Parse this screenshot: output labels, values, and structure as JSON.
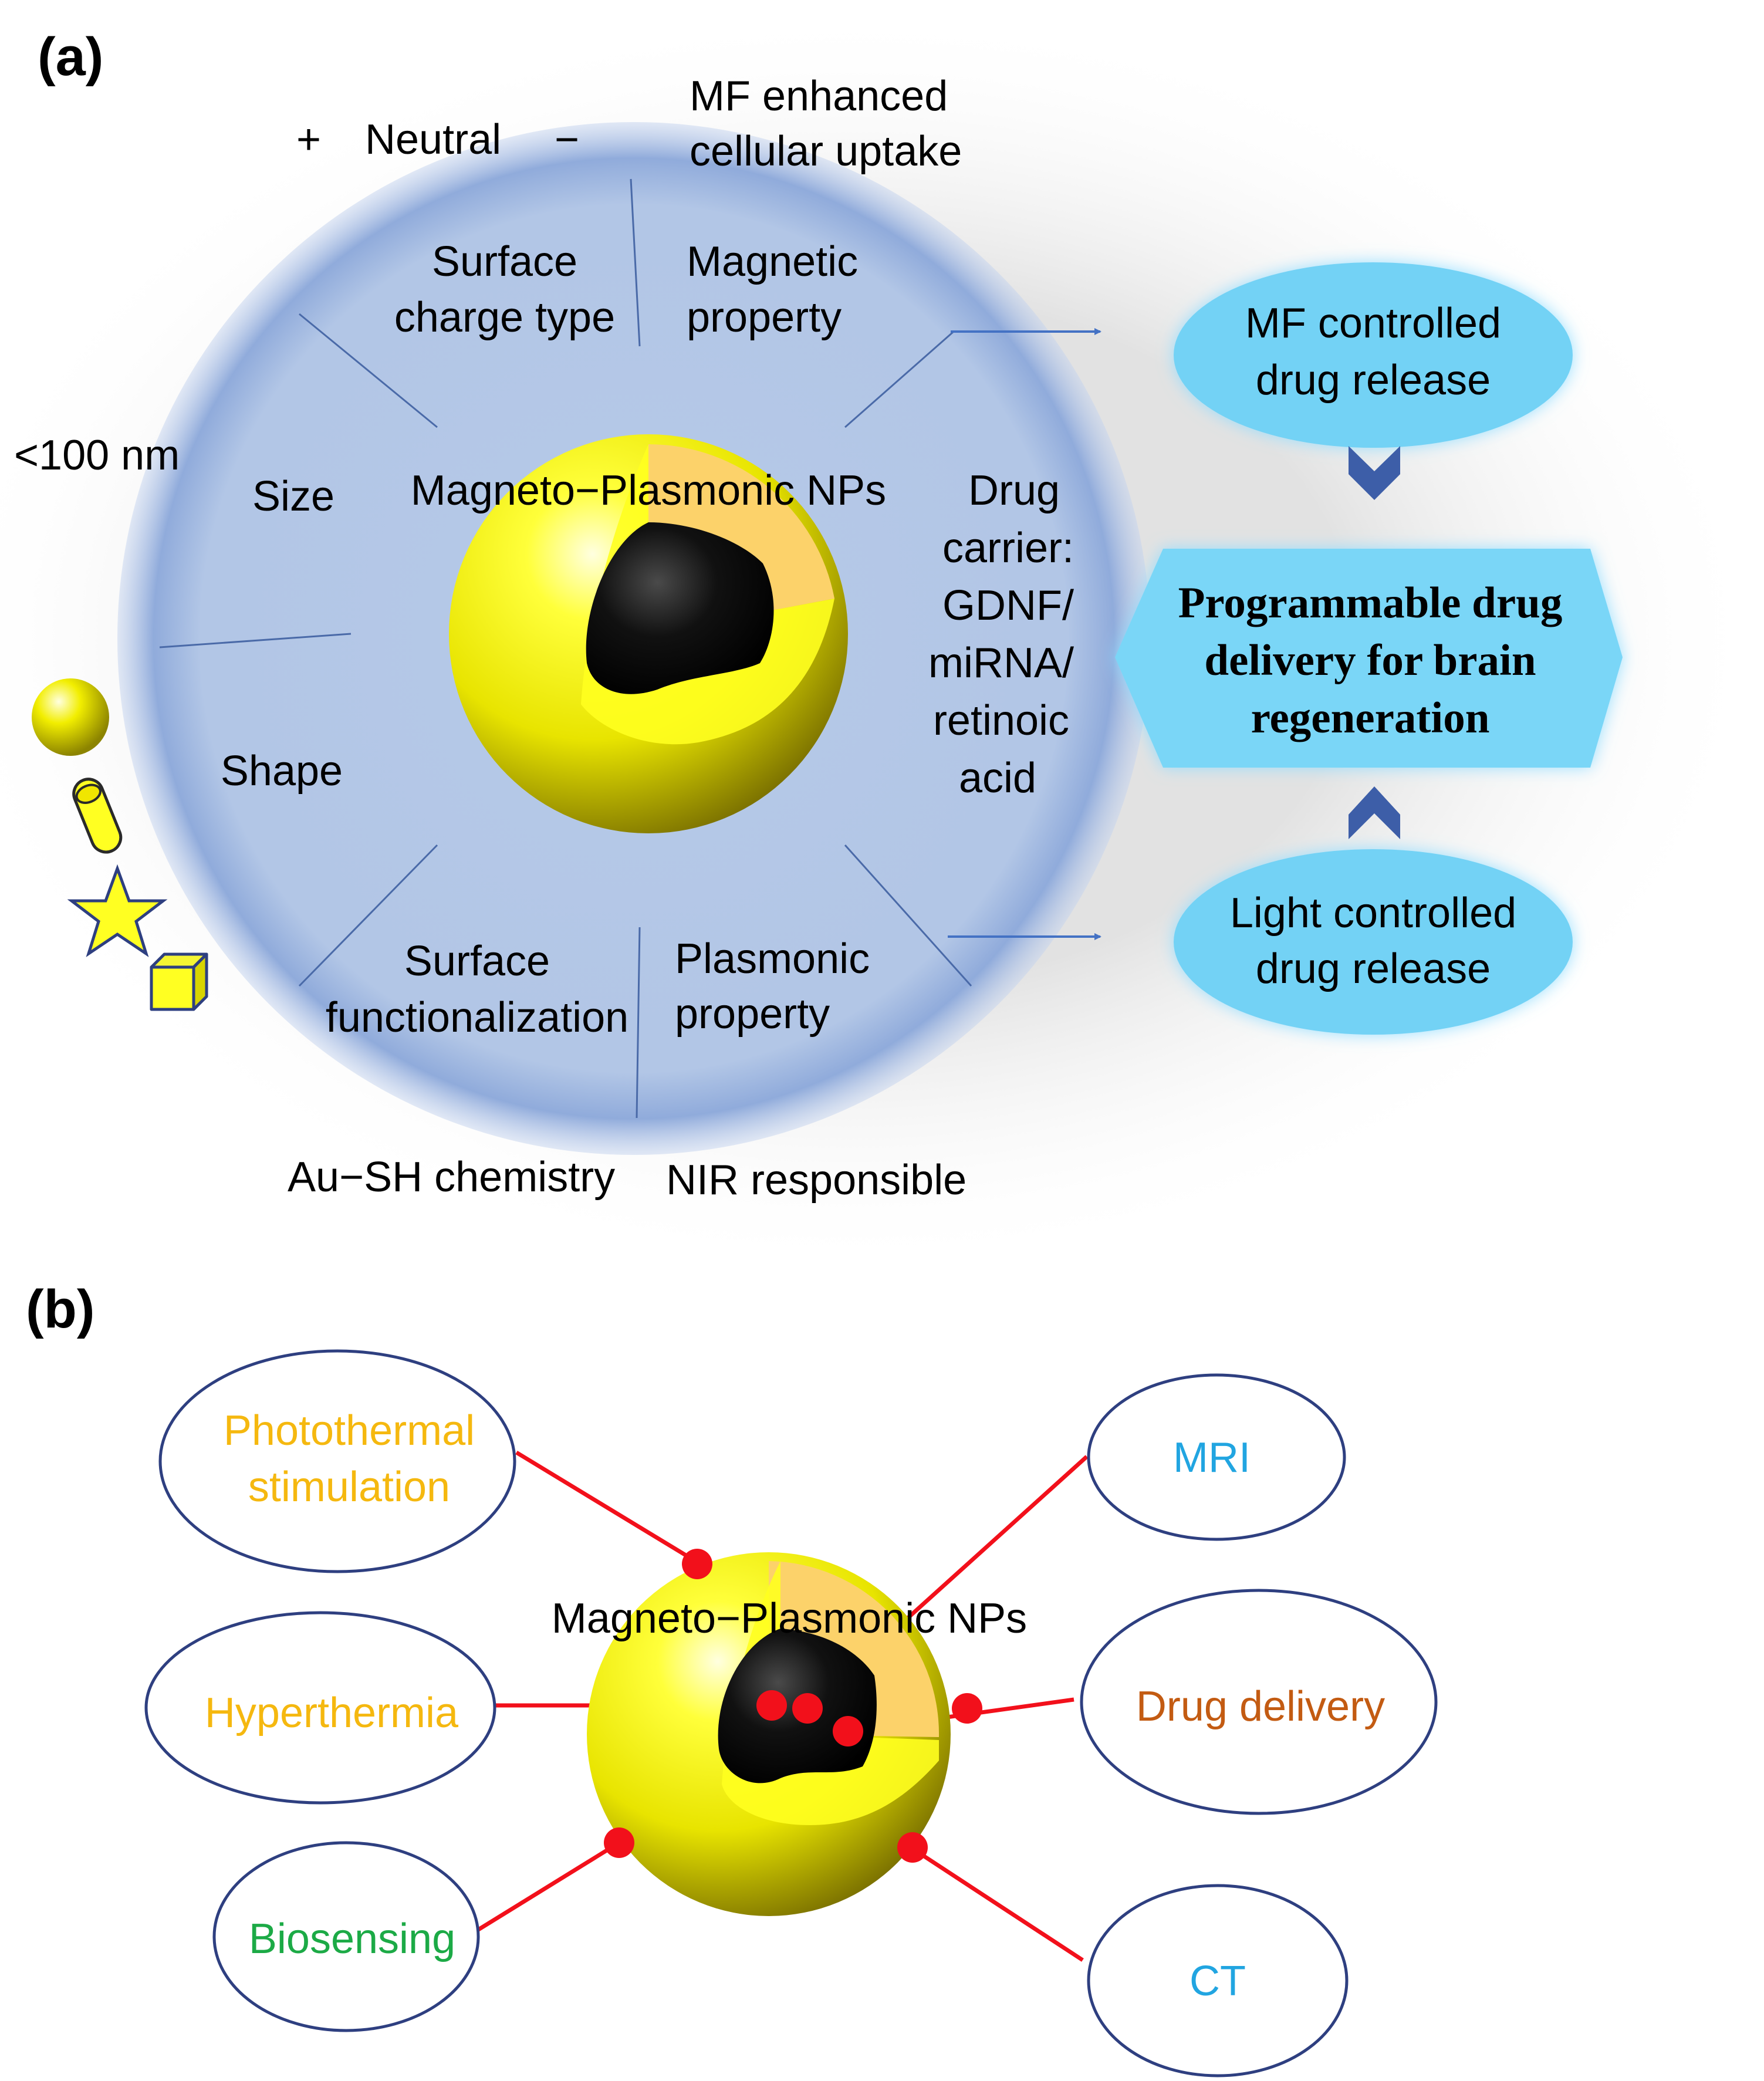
{
  "panel_a": {
    "label": "(a)",
    "center_label": "Magneto−Plasmonic NPs",
    "sectors": {
      "surface_charge": [
        "Surface",
        "charge type"
      ],
      "magnetic": [
        "Magnetic",
        "property"
      ],
      "size": "Size",
      "shape": "Shape",
      "surface_functionalization": [
        "Surface",
        "functionalization"
      ],
      "plasmonic": [
        "Plasmonic",
        "property"
      ],
      "drug_carrier": [
        "Drug",
        "carrier:",
        "GDNF/",
        "miRNA/",
        "retinoic",
        "acid"
      ]
    },
    "outer": {
      "charge_plus": "+",
      "charge_neutral": "Neutral",
      "charge_minus": "−",
      "mf_uptake": [
        "MF enhanced",
        "cellular uptake"
      ],
      "size_value": "<100 nm",
      "au_sh": "Au−SH chemistry",
      "nir": "NIR responsible"
    },
    "release": {
      "mf": [
        "MF controlled",
        "drug release"
      ],
      "light": [
        "Light controlled",
        "drug release"
      ],
      "programmable": [
        "Programmable drug",
        "delivery for brain",
        "regeneration"
      ]
    }
  },
  "panel_b": {
    "label": "(b)",
    "center_label": "Magneto−Plasmonic NPs",
    "applications": {
      "photothermal": [
        "Photothermal",
        "stimulation"
      ],
      "hyperthermia": "Hyperthermia",
      "biosensing": "Biosensing",
      "mri": "MRI",
      "drug_delivery": "Drug delivery",
      "ct": "CT"
    }
  },
  "colors": {
    "disc": "#b4c7e6",
    "disc_edge": "#8da9da",
    "bubble": "#6fd3f5",
    "hexagon": "#79d7f7",
    "chevron": "#3d5ea8",
    "connector": "#f2101b",
    "ellipse_border": "#2e3f80",
    "photothermal": "#f5b80f",
    "hyperthermia": "#f5b80f",
    "biosensing": "#1caa46",
    "mri": "#21a5e1",
    "drug_delivery": "#c35b12",
    "ct": "#21a5e1"
  }
}
